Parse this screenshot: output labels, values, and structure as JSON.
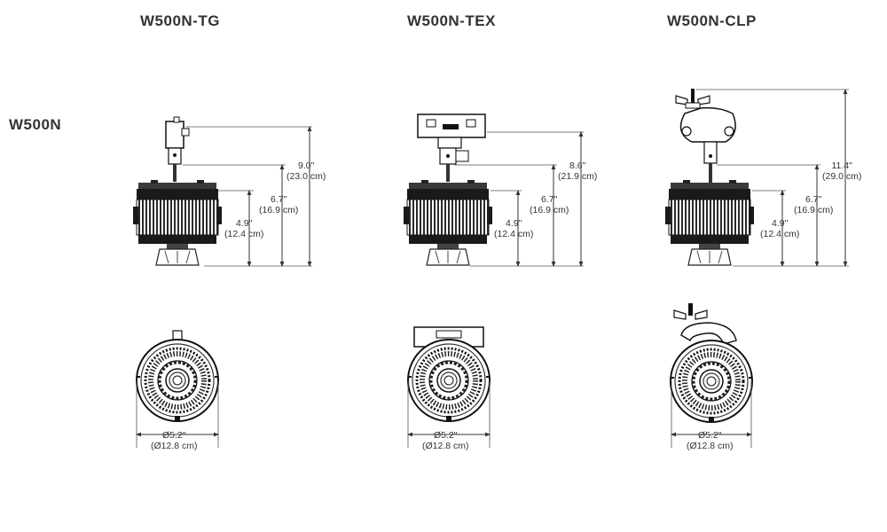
{
  "row_label": "W500N",
  "models": [
    {
      "name": "W500N-TG",
      "side": {
        "overall": {
          "in": "9.0\"",
          "cm": "(23.0 cm)"
        },
        "mid": {
          "in": "6.7\"",
          "cm": "(16.9 cm)"
        },
        "body": {
          "in": "4.9\"",
          "cm": "(12.4 cm)"
        }
      },
      "top": {
        "diameter_in": "Ø5.2\"",
        "diameter_cm": "(Ø12.8 cm)"
      }
    },
    {
      "name": "W500N-TEX",
      "side": {
        "overall": {
          "in": "8.6\"",
          "cm": "(21.9 cm)"
        },
        "mid": {
          "in": "6.7\"",
          "cm": "(16.9 cm)"
        },
        "body": {
          "in": "4.9\"",
          "cm": "(12.4 cm)"
        }
      },
      "top": {
        "diameter_in": "Ø5.2\"",
        "diameter_cm": "(Ø12.8 cm)"
      }
    },
    {
      "name": "W500N-CLP",
      "side": {
        "overall": {
          "in": "11.4\"",
          "cm": "(29.0 cm)"
        },
        "mid": {
          "in": "6.7\"",
          "cm": "(16.9 cm)"
        },
        "body": {
          "in": "4.9\"",
          "cm": "(12.4 cm)"
        }
      },
      "top": {
        "diameter_in": "Ø5.2\"",
        "diameter_cm": "(Ø12.8 cm)"
      }
    }
  ]
}
